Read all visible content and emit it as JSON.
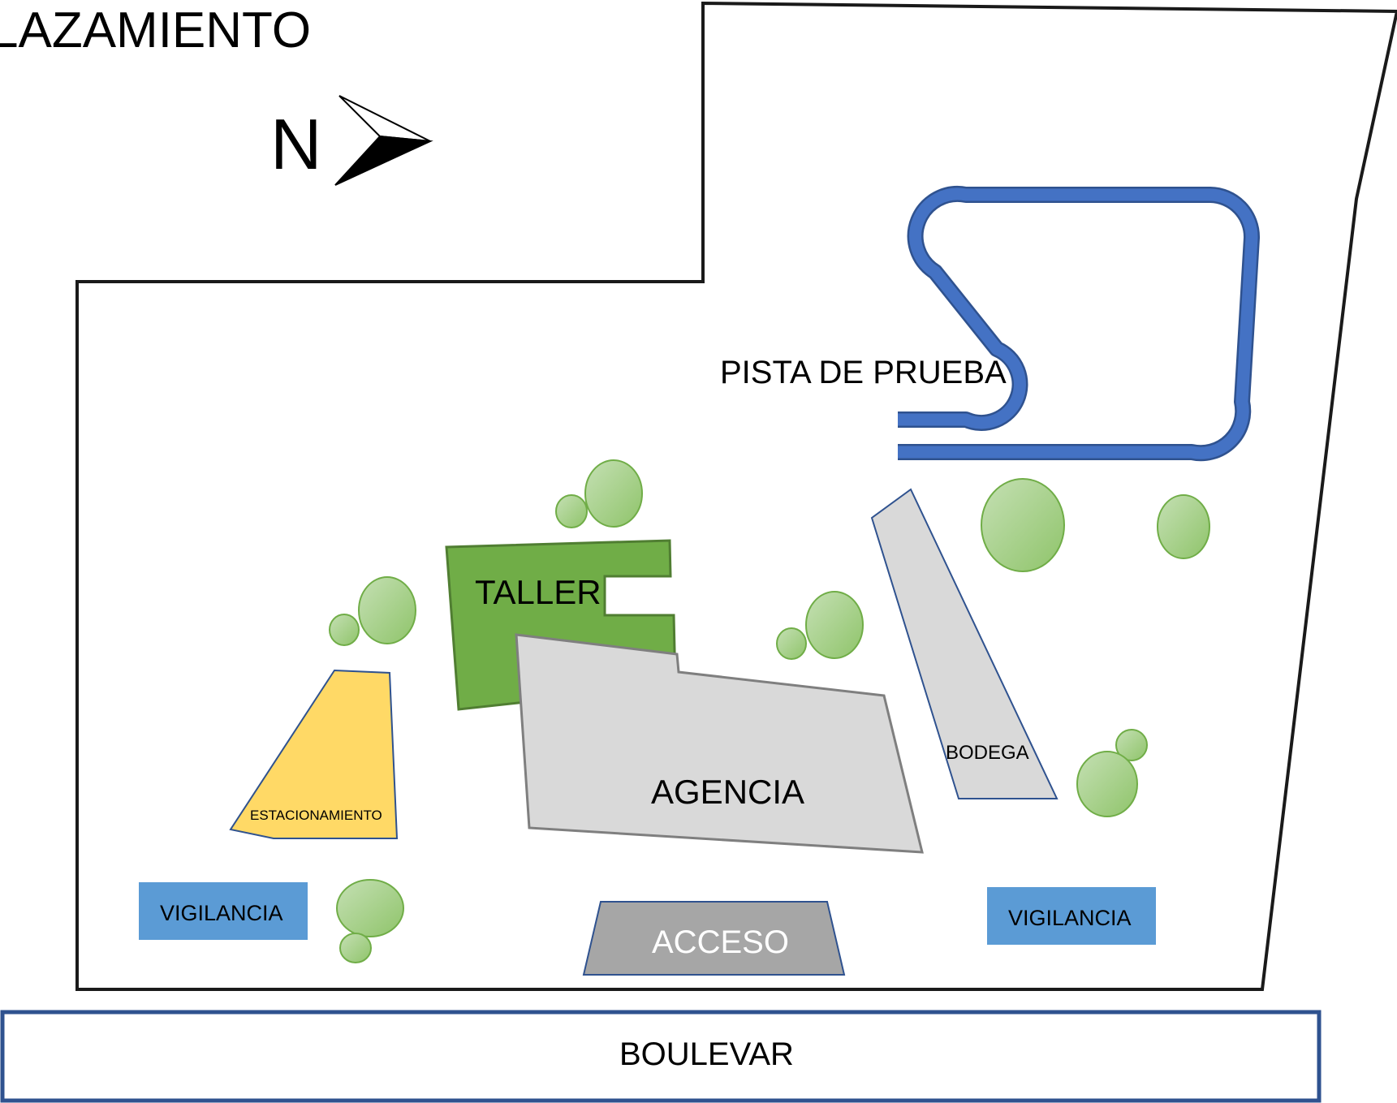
{
  "title": "LAZAMIENTO",
  "compass": {
    "letter": "N",
    "icon": "north-arrow-icon"
  },
  "labels": {
    "pista": "PISTA DE PRUEBA",
    "taller": "TALLER",
    "agencia": "AGENCIA",
    "bodega": "BODEGA",
    "estacionamiento": "ESTACIONAMIENTO",
    "vigilancia_left": "VIGILANCIA",
    "vigilancia_right": "VIGILANCIA",
    "acceso": "ACCESO",
    "boulevar": "BOULEVAR"
  },
  "colors": {
    "boundary": "#1a1a1a",
    "track": "#4472c4",
    "track_edge": "#2f528f",
    "taller": "#70ad47",
    "taller_edge": "#507e32",
    "agencia": "#d9d9d9",
    "agencia_edge": "#7f7f7f",
    "estacionamiento": "#ffd966",
    "vigilancia": "#5b9bd5",
    "acceso": "#a6a6a6",
    "acceso_edge": "#2f528f",
    "tree": "#a9d18e",
    "tree_edge": "#70ad47",
    "boulevar_edge": "#2f528f"
  }
}
